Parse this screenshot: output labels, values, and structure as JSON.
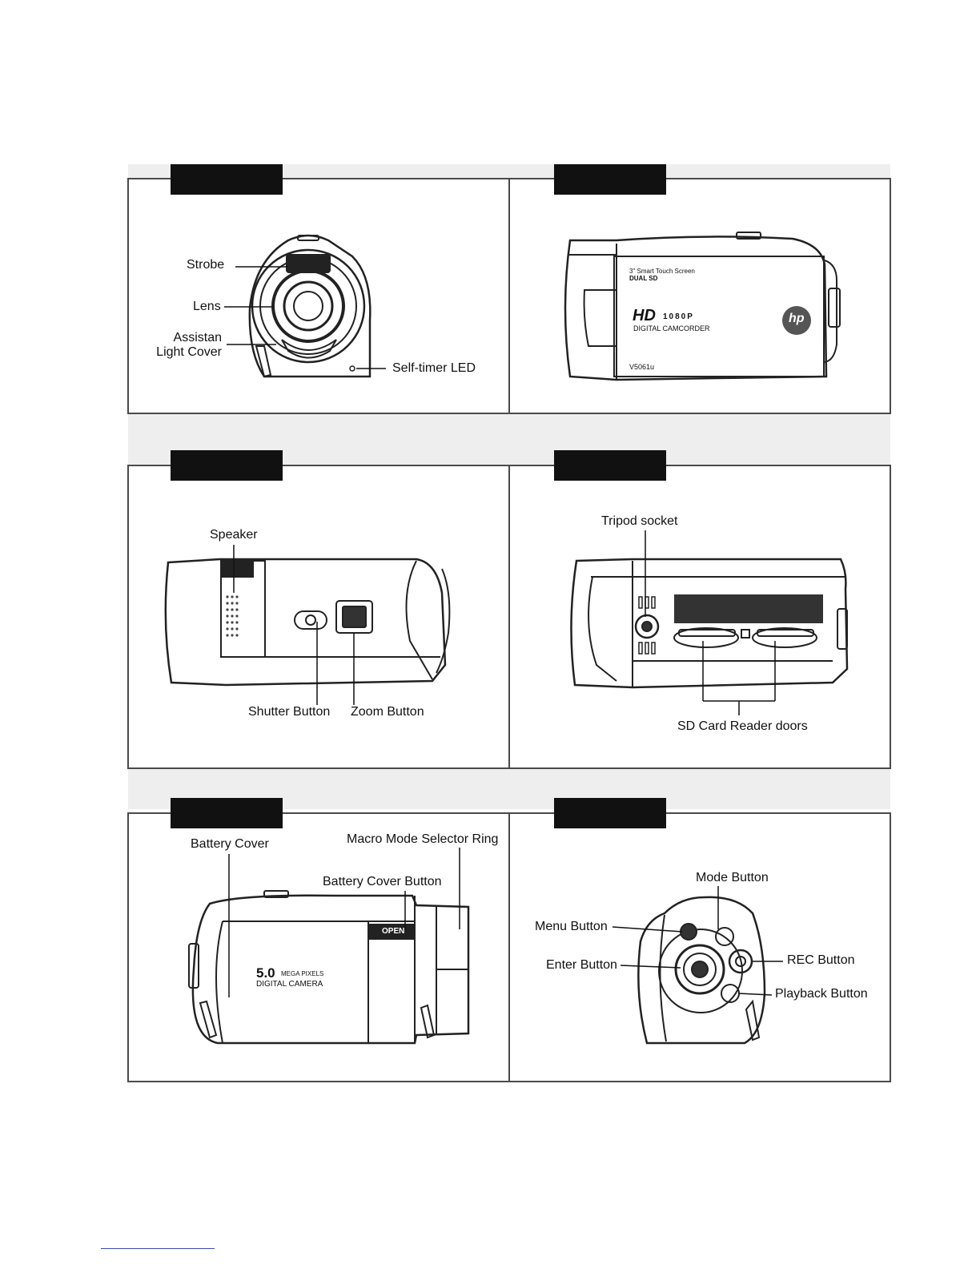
{
  "panels": [
    {
      "id": "front",
      "labels": {
        "strobe": "Strobe",
        "lens": "Lens",
        "assist": "Assistan\nLight Cover",
        "selftimer": "Self-timer LED"
      }
    },
    {
      "id": "left",
      "labels": {
        "screen_line1": "3\" Smart Touch Screen",
        "screen_line2": "DUAL  SD",
        "hd": "HD",
        "res": "1080P",
        "type": "DIGITAL CAMCORDER",
        "model": "V5061u",
        "logo": "hp"
      }
    },
    {
      "id": "top",
      "labels": {
        "speaker": "Speaker",
        "shutter": "Shutter Button",
        "zoom": "Zoom Button"
      }
    },
    {
      "id": "bottom",
      "labels": {
        "tripod": "Tripod socket",
        "sd": "SD Card Reader doors"
      }
    },
    {
      "id": "right",
      "labels": {
        "battery_cover": "Battery Cover",
        "macro": "Macro Mode Selector Ring",
        "battery_btn": "Battery Cover Button",
        "mp": "5.0",
        "mp_text": "MEGA PIXELS",
        "camera": "DIGITAL CAMERA",
        "open": "OPEN"
      }
    },
    {
      "id": "back",
      "labels": {
        "mode": "Mode Button",
        "menu": "Menu Button",
        "rec": "REC Button",
        "enter": "Enter Button",
        "playback": "Playback Button"
      }
    }
  ]
}
